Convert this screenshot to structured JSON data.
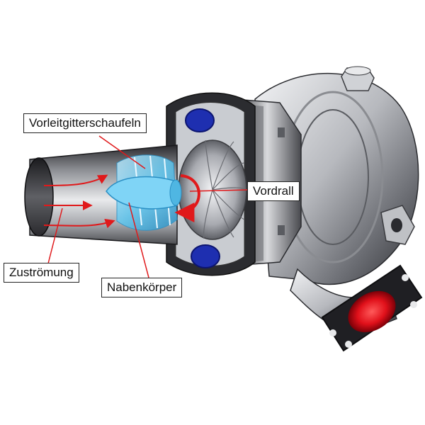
{
  "labels": {
    "vorleitgitterschaufeln": "Vorleitgitterschaufeln",
    "vordrall": "Vordrall",
    "zustroemung": "Zuströmung",
    "nabenkoerper": "Nabenkörper"
  },
  "colors": {
    "arrow_red": "#e0191b",
    "vane_blue": "#5ec6ef",
    "housing_dark": "#1f1f23",
    "housing_light": "#c9ccd1",
    "port_glow": "#e0101a",
    "ring_blue": "#1e2fb0"
  }
}
